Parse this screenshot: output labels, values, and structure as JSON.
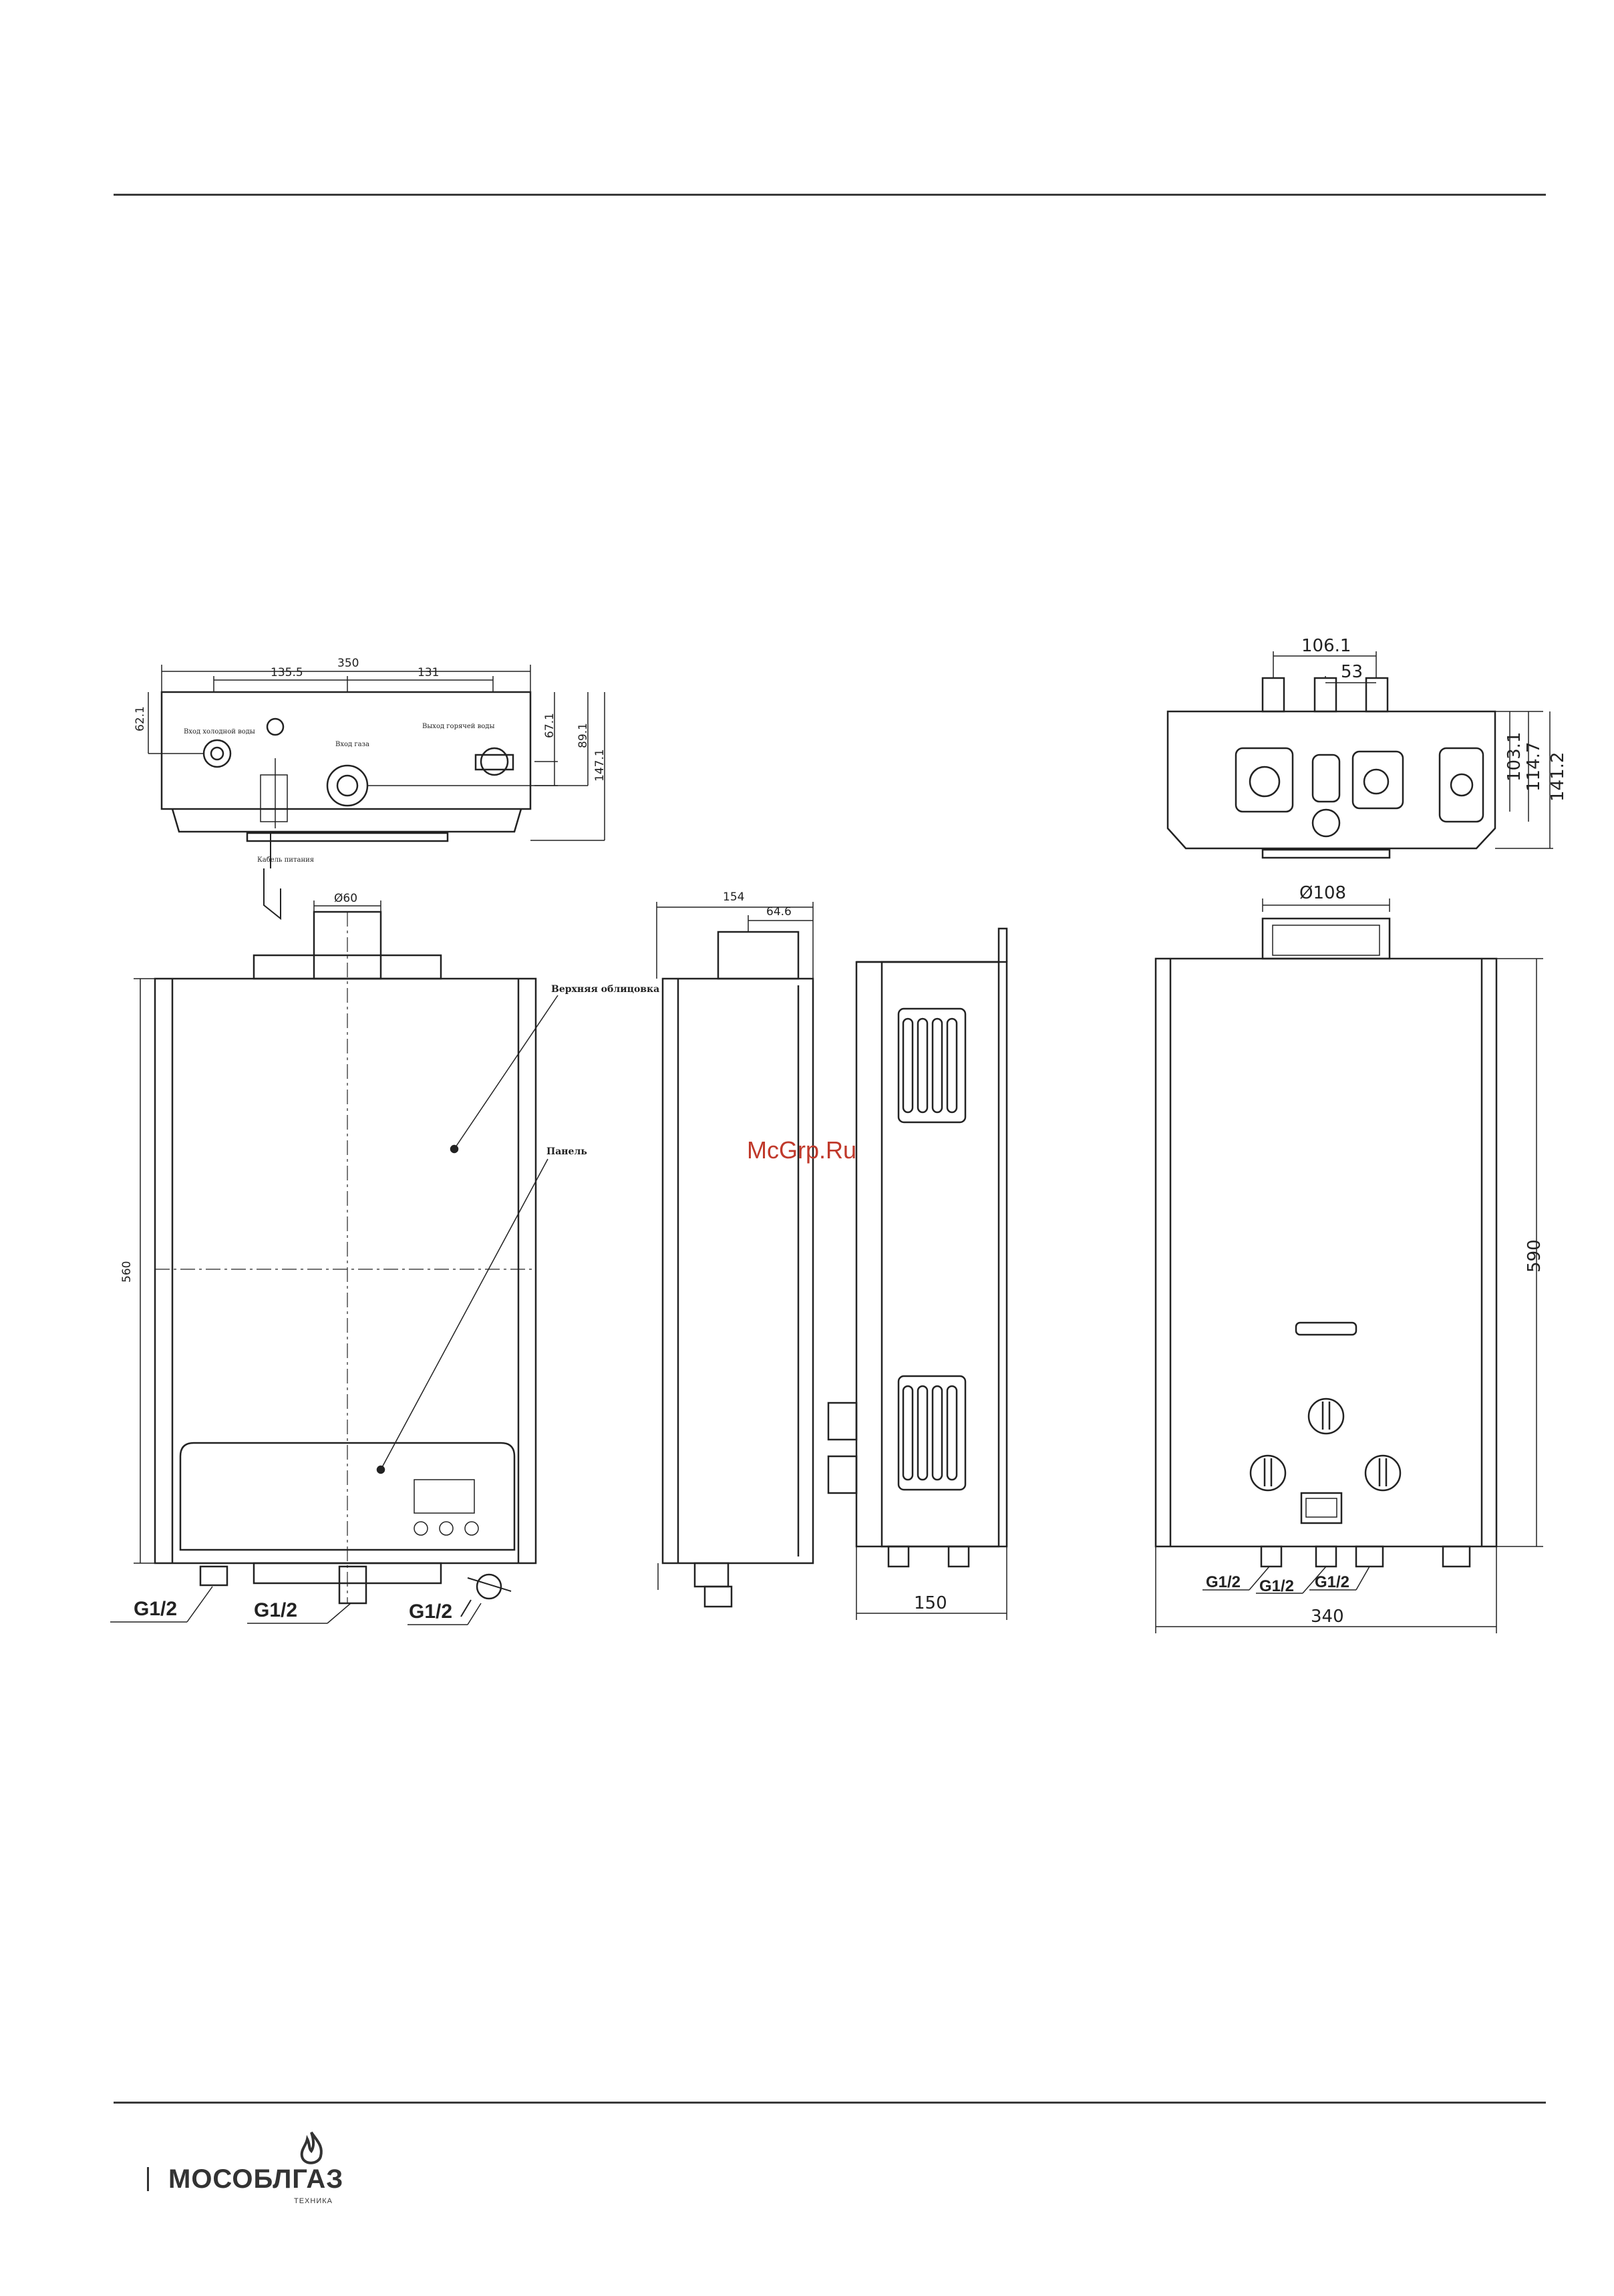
{
  "top_view_left": {
    "dims": {
      "overall": "350",
      "left": "135.5",
      "right": "131",
      "h1": "62.1",
      "h2": "67.1",
      "h3": "89.1",
      "h4": "147.1"
    },
    "labels": {
      "label_a": "Вход холодной воды",
      "label_b": "Вход газа",
      "label_c": "Выход горячей воды",
      "label_d": "Кабель питания"
    }
  },
  "front_view": {
    "flue_dim": "Ø60",
    "height_dim": "560",
    "callout_top": "Верхняя облицовка",
    "callout_panel": "Панель",
    "threads": [
      "G1/2",
      "G1/2",
      "G1/2"
    ]
  },
  "side_view": {
    "depth": "154",
    "flue_offset": "64.6"
  },
  "side_view_2": {
    "depth": "150"
  },
  "top_view_right": {
    "dims": {
      "d1": "106.1",
      "d2": "53",
      "h1": "103.1",
      "h2": "114.7",
      "h3": "141.2"
    }
  },
  "front_view_right": {
    "flue_dim": "Ø108",
    "height_dim": "590",
    "width_dim": "340",
    "threads": [
      "G1/2",
      "G1/2",
      "G1/2"
    ]
  },
  "watermark": "McGrp.Ru",
  "logo": {
    "name": "МОСОБЛГАЗ",
    "sub": "ТЕХНИКА"
  }
}
